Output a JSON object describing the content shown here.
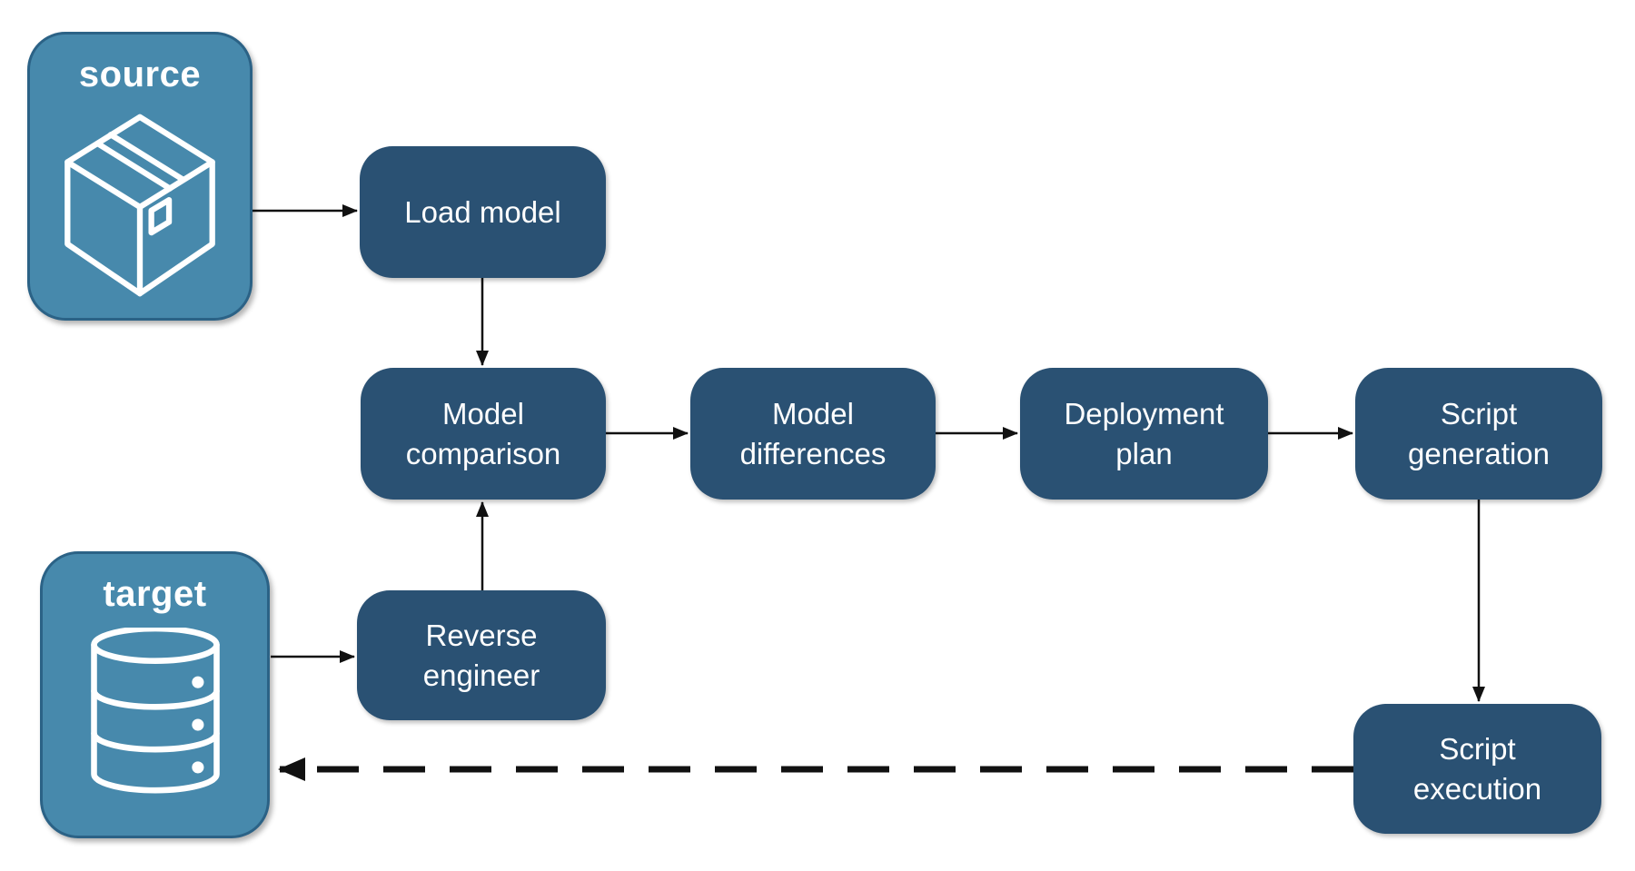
{
  "endpoints": {
    "source": {
      "title": "source",
      "icon": "package-icon"
    },
    "target": {
      "title": "target",
      "icon": "database-icon"
    }
  },
  "nodes": [
    {
      "id": "load-model",
      "line1": "Load model",
      "line2": ""
    },
    {
      "id": "model-comparison",
      "line1": "Model",
      "line2": "comparison"
    },
    {
      "id": "model-differences",
      "line1": "Model",
      "line2": "differences"
    },
    {
      "id": "deployment-plan",
      "line1": "Deployment",
      "line2": "plan"
    },
    {
      "id": "script-generation",
      "line1": "Script",
      "line2": "generation"
    },
    {
      "id": "reverse-engineer",
      "line1": "Reverse",
      "line2": "engineer"
    },
    {
      "id": "script-execution",
      "line1": "Script",
      "line2": "execution"
    }
  ],
  "connections": [
    {
      "from": "source",
      "to": "load-model",
      "style": "solid-arrow"
    },
    {
      "from": "load-model",
      "to": "model-comparison",
      "style": "solid-arrow"
    },
    {
      "from": "target",
      "to": "reverse-engineer",
      "style": "solid-arrow"
    },
    {
      "from": "reverse-engineer",
      "to": "model-comparison",
      "style": "solid-arrow"
    },
    {
      "from": "model-comparison",
      "to": "model-differences",
      "style": "solid-arrow"
    },
    {
      "from": "model-differences",
      "to": "deployment-plan",
      "style": "solid-arrow"
    },
    {
      "from": "deployment-plan",
      "to": "script-generation",
      "style": "solid-arrow"
    },
    {
      "from": "script-generation",
      "to": "script-execution",
      "style": "solid-arrow"
    },
    {
      "from": "script-execution",
      "to": "target",
      "style": "dashed-arrow"
    }
  ],
  "colors": {
    "endpoint_fill": "#4789AC",
    "endpoint_border": "#2B6286",
    "node_fill": "#2A5173",
    "text": "#FFFFFF",
    "connector": "#111111",
    "background": "#FFFFFF"
  }
}
